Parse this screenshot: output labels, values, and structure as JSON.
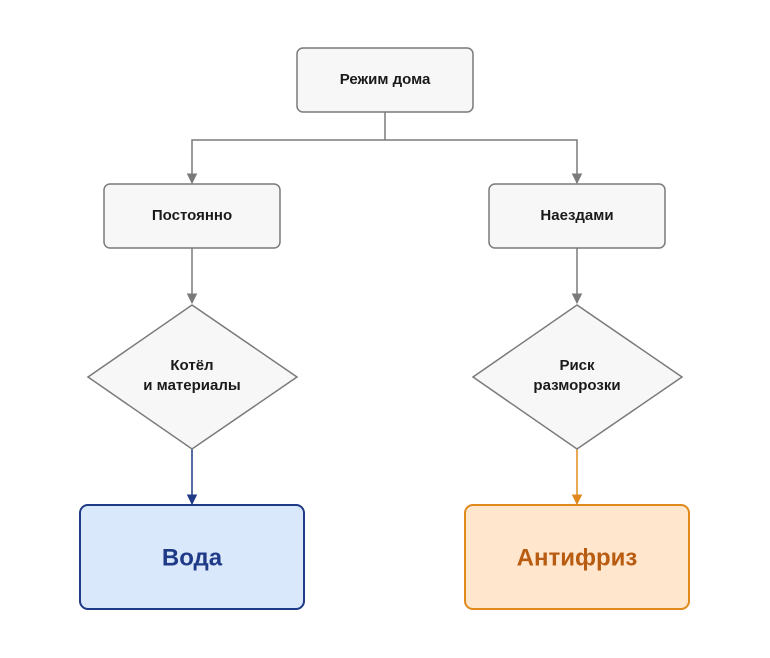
{
  "nodes": {
    "root": {
      "label": "Режим дома"
    },
    "permanent": {
      "label": "Постоянно"
    },
    "occasional": {
      "label": "Наездами"
    },
    "decision_left": {
      "line1": "Котёл",
      "line2": "и материалы"
    },
    "decision_right": {
      "line1": "Риск",
      "line2": "разморозки"
    },
    "result_water": {
      "label": "Вода"
    },
    "result_antifreeze": {
      "label": "Антифриз"
    }
  },
  "colors": {
    "gray_box_fill": "#f7f7f7",
    "gray_stroke": "#7a7a7a",
    "water_fill": "#dae8fc",
    "water_stroke": "#1f3a87",
    "water_text": "#1f3a87",
    "antifreeze_fill": "#ffe6cc",
    "antifreeze_stroke": "#e08a1e",
    "antifreeze_text": "#b85c12"
  }
}
